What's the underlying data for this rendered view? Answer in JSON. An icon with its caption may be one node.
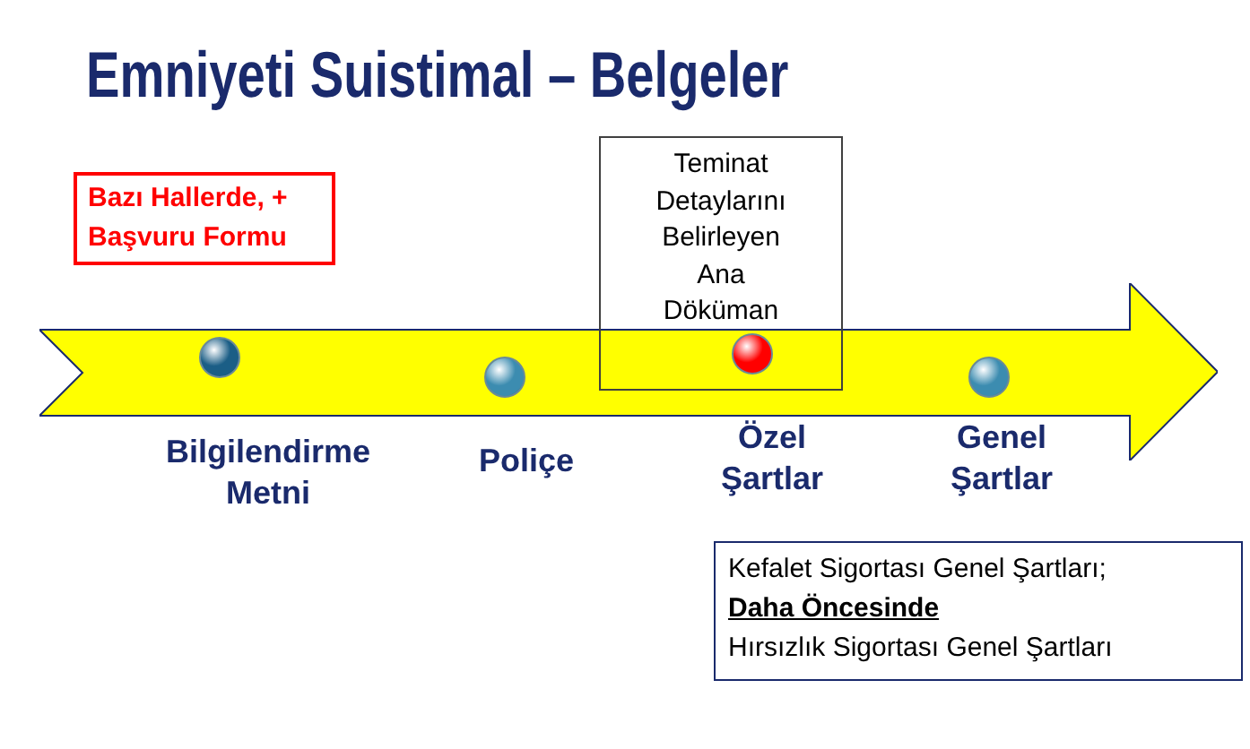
{
  "diagram": {
    "title": "Emniyeti Suistimal – Belgeler",
    "nodes": [
      {
        "text": [
          "Bazı Hallerde, + Başvuru Formu"
        ]
      },
      {
        "text": [
          "Teminat Detaylarını Belirleyen Ana Döküman"
        ]
      },
      {
        "text": [],
        "shape": "arrow"
      },
      {
        "text": [],
        "shape": "circle",
        "in": 2,
        "beside": [
          "Bilgilendirme Metni"
        ]
      },
      {
        "text": [],
        "shape": "circle",
        "in": 2,
        "beside": [
          "Poliçe"
        ]
      },
      {
        "text": [],
        "shape": "circle",
        "beside": [
          "Özel Şartlar"
        ]
      },
      {
        "text": [],
        "shape": "circle",
        "in": 2,
        "beside": [
          "Genel Şartlar"
        ]
      },
      {
        "text": [
          "Kefalet Sigortası Genel Şartları;",
          "Daha Öncesinde",
          "Hırsızlık Sigortası Genel Şartları"
        ]
      }
    ],
    "edges": []
  }
}
